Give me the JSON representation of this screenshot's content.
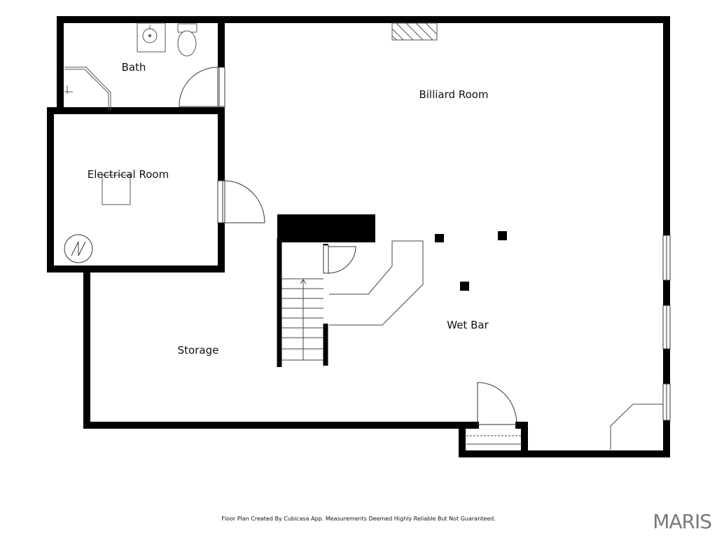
{
  "rooms": {
    "bath": "Bath",
    "billiard_room": "Billiard Room",
    "electrical_room": "Electrical Room",
    "storage": "Storage",
    "wet_bar": "Wet Bar"
  },
  "footer": {
    "credit": "Floor Plan Created By Cubicasa App. Measurements Deemed Highly Reliable But Not Guaranteed."
  },
  "brand": {
    "logo_text": "MARIS"
  },
  "colors": {
    "wall": "#000000",
    "fixture": "#555555",
    "background": "#ffffff",
    "logo": "#7a7a7a"
  }
}
